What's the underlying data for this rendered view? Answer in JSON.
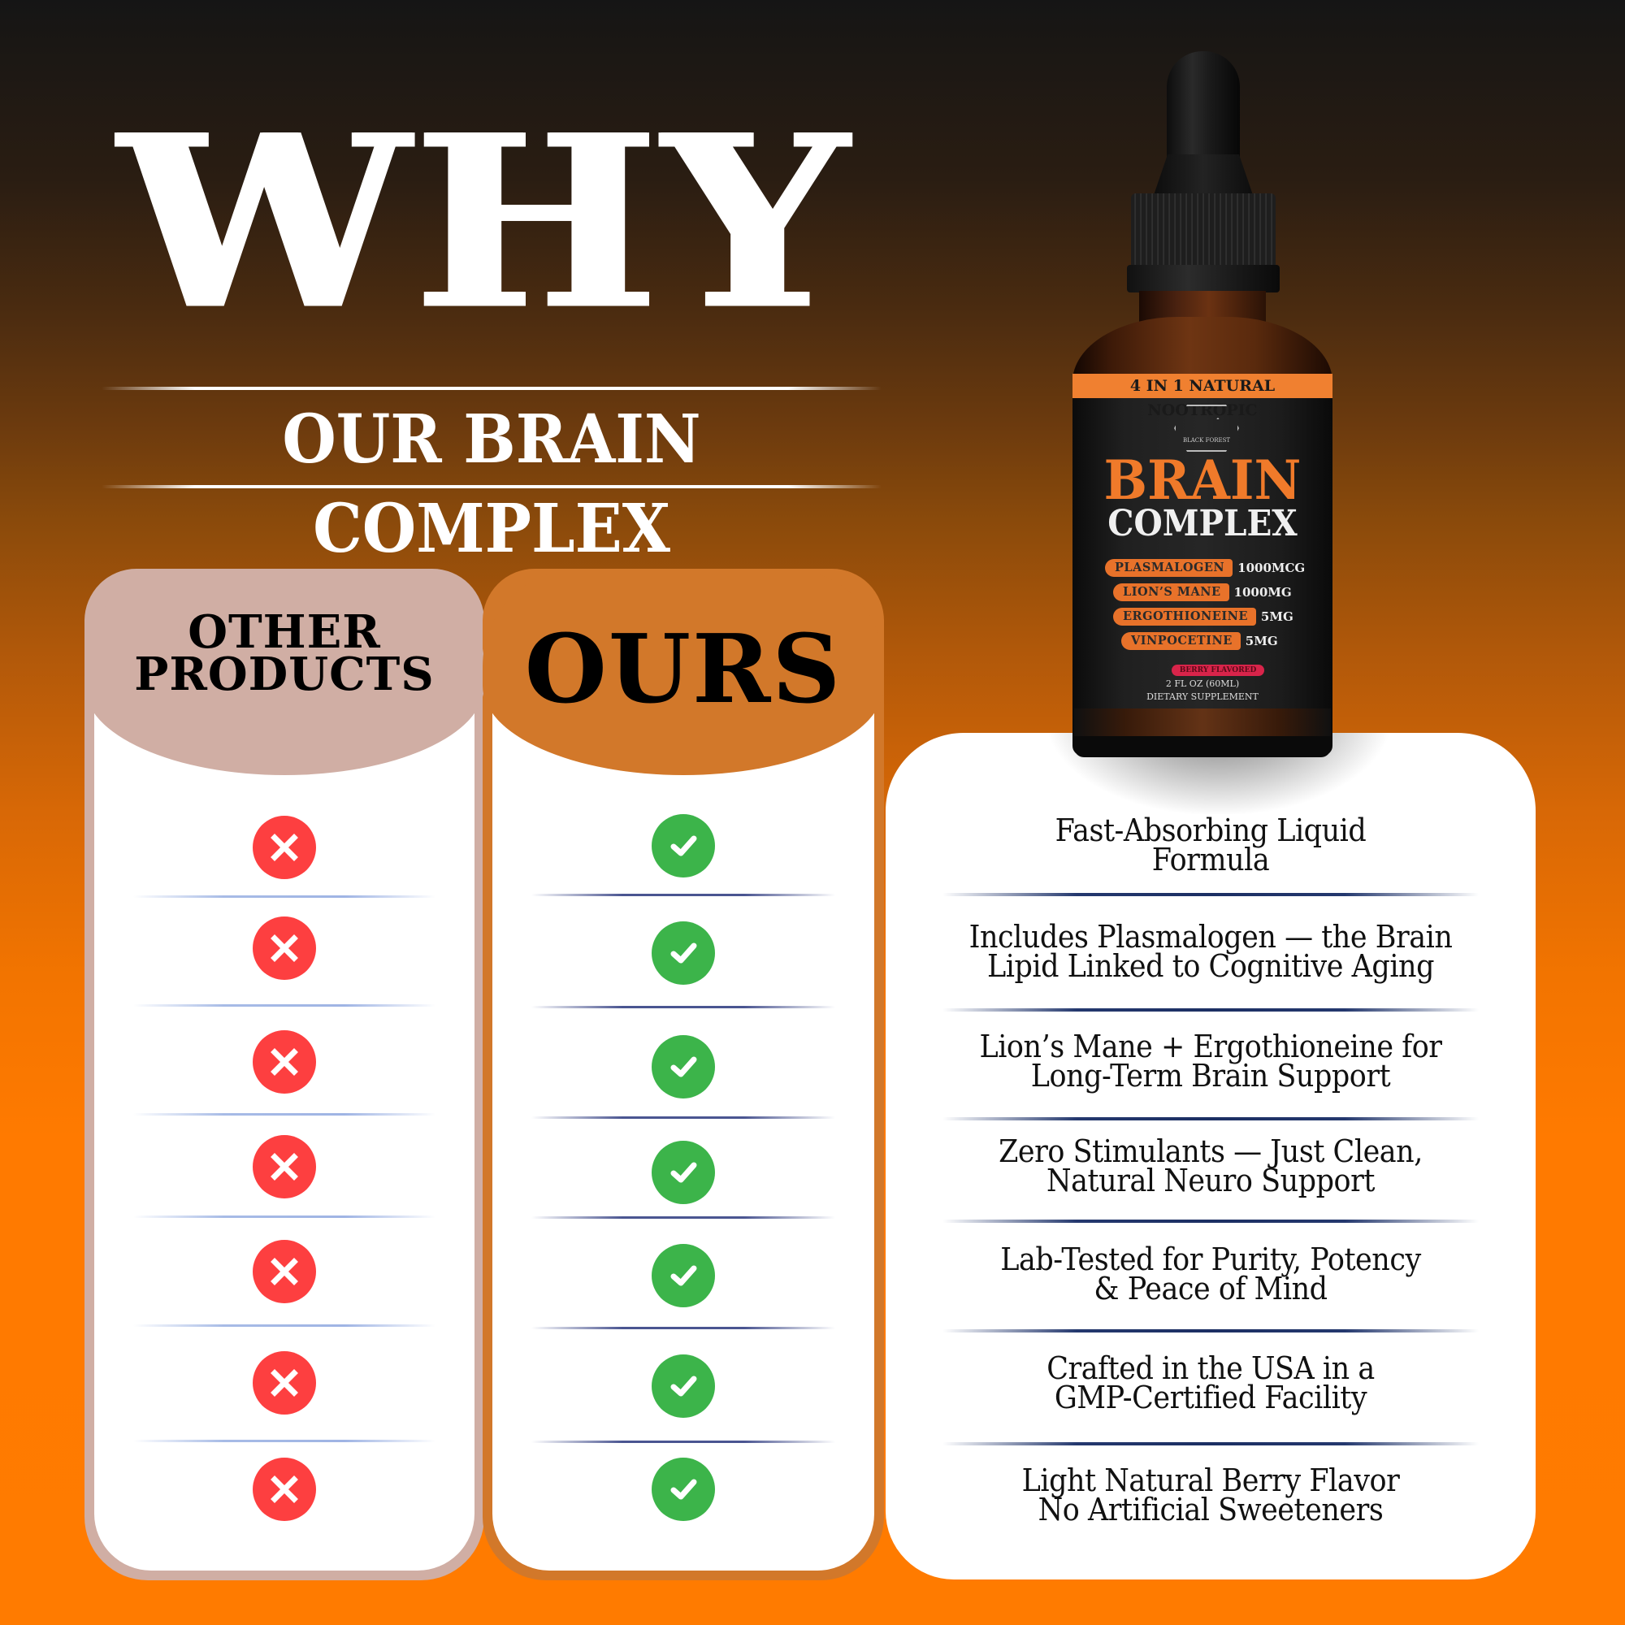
{
  "header": {
    "headline": "WHY",
    "subtitle": "OUR BRAIN COMPLEX"
  },
  "colors": {
    "background_top": "#151515",
    "background_bottom": "#ff7b00",
    "other_column": "#d0aea4",
    "ours_column": "#d2782a",
    "x_icon": "#fd3f40",
    "check_icon": "#3cb44a",
    "divider": "#1c2f63"
  },
  "columns": {
    "other": {
      "title_line1": "OTHER",
      "title_line2": "PRODUCTS",
      "rows": [
        "x-icon",
        "x-icon",
        "x-icon",
        "x-icon",
        "x-icon",
        "x-icon",
        "x-icon"
      ]
    },
    "ours": {
      "title": "OURS",
      "rows": [
        "check-icon",
        "check-icon",
        "check-icon",
        "check-icon",
        "check-icon",
        "check-icon",
        "check-icon"
      ]
    }
  },
  "features": [
    {
      "line1": "Fast-Absorbing Liquid",
      "line2": "Formula"
    },
    {
      "line1": "Includes Plasmalogen — the Brain",
      "line2": "Lipid Linked to Cognitive Aging"
    },
    {
      "line1": "Lion’s Mane + Ergothioneine for",
      "line2": "Long-Term Brain Support"
    },
    {
      "line1": "Zero Stimulants — Just Clean,",
      "line2": "Natural Neuro Support"
    },
    {
      "line1": "Lab-Tested for Purity, Potency",
      "line2": "& Peace of Mind"
    },
    {
      "line1": "Crafted in the USA in a",
      "line2": "GMP-Certified Facility"
    },
    {
      "line1": "Light Natural Berry Flavor",
      "line2": "No Artificial Sweeteners"
    }
  ],
  "bottle": {
    "band": "4 IN 1 NATURAL NOOTROPIC",
    "brand": "BLACK FOREST",
    "title_line1": "BRAIN",
    "title_line2": "COMPLEX",
    "ingredients": [
      {
        "name": "PLASMALOGEN",
        "dose": "1000MCG"
      },
      {
        "name": "LION’S MANE",
        "dose": "1000MG"
      },
      {
        "name": "ERGOTHIONEINE",
        "dose": "5MG"
      },
      {
        "name": "VINPOCETINE",
        "dose": "5MG"
      }
    ],
    "flavor": "BERRY FLAVORED",
    "volume": "2 FL OZ (60ML)",
    "type": "DIETARY SUPPLEMENT"
  }
}
